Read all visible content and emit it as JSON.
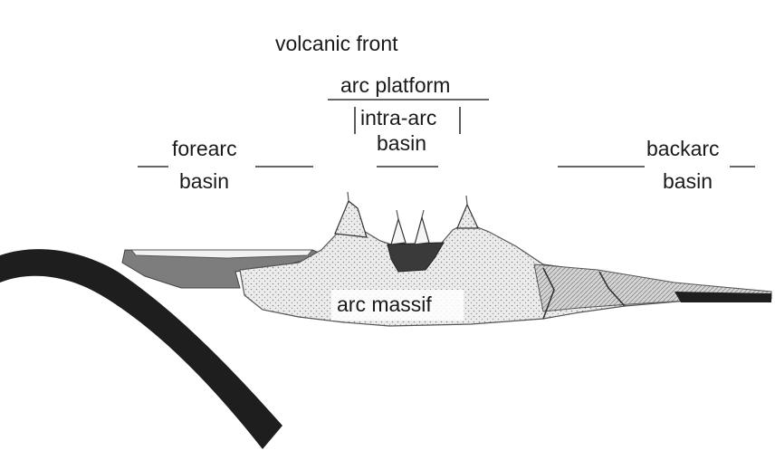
{
  "labels": {
    "volcanic_front": "volcanic front",
    "arc_platform": "arc platform",
    "intra_arc_line1": "intra-arc",
    "intra_arc_line2": "basin",
    "forearc_line1": "forearc",
    "forearc_line2": "basin",
    "backarc_line1": "backarc",
    "backarc_line2": "basin",
    "arc_massif": "arc massif"
  },
  "colors": {
    "subducting_slab": "#1e1e1e",
    "forearc_fill": "#7a7a7a",
    "massif_fill": "#e6e6e6",
    "intra_arc_fill": "#3a3a3a",
    "backarc_fill": "#c8c8c8",
    "ink": "#1a1a1a"
  }
}
